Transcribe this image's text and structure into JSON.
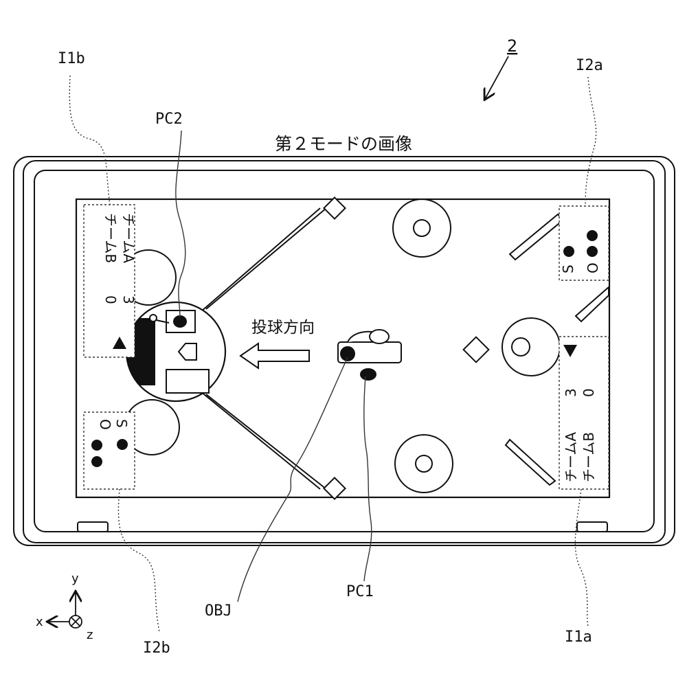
{
  "figure": {
    "number": "2",
    "title": "第２モードの画像",
    "direction_label": "投球方向"
  },
  "labels": {
    "i1b": "I1b",
    "i2a": "I2a",
    "i2b": "I2b",
    "i1a": "I1a",
    "pc2": "PC2",
    "pc1": "PC1",
    "obj": "OBJ"
  },
  "score_left": {
    "team_a": "チームA",
    "team_b": "チームB",
    "score_a": "3",
    "score_b": "0"
  },
  "score_right": {
    "team_a": "チームA",
    "team_b": "チームB",
    "score_a": "3",
    "score_b": "0"
  },
  "count_left": {
    "s_label": "S",
    "o_label": "O"
  },
  "count_right": {
    "s_label": "S",
    "o_label": "O"
  },
  "axes": {
    "x": "x",
    "y": "y",
    "z": "z"
  }
}
